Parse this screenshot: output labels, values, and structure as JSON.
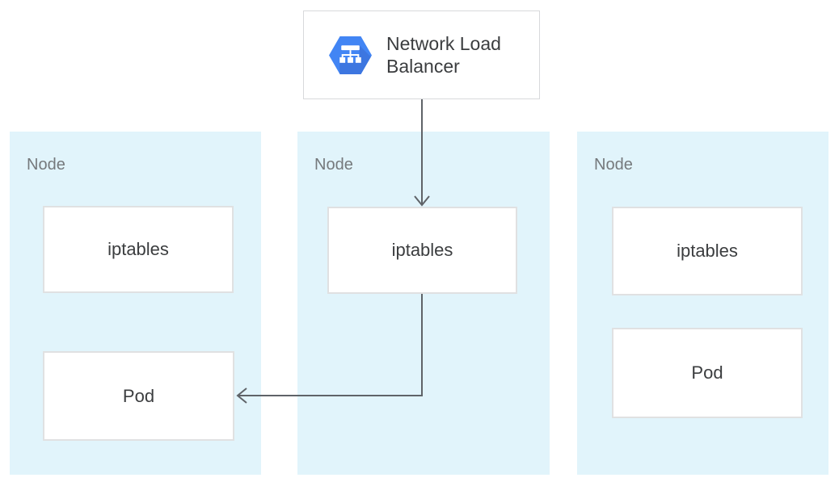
{
  "load_balancer": {
    "label": "Network Load Balancer"
  },
  "nodes": [
    {
      "label": "Node",
      "boxes": [
        "iptables",
        "Pod"
      ]
    },
    {
      "label": "Node",
      "boxes": [
        "iptables"
      ]
    },
    {
      "label": "Node",
      "boxes": [
        "iptables",
        "Pod"
      ]
    }
  ],
  "edges": [
    {
      "from": "Network Load Balancer",
      "to": "Node 2 iptables"
    },
    {
      "from": "Node 2 iptables",
      "to": "Node 1 Pod"
    }
  ],
  "icons": {
    "load_balancer": "gcp-network-load-balancer-hexagon"
  },
  "colors": {
    "node_fill": "#e1f4fb",
    "box_fill": "#ffffff",
    "box_border": "#e0e1e2",
    "card_border": "#d8d9db",
    "arrow": "#5f6368",
    "node_label_text": "#75797c",
    "box_label_text": "#3b3d3f",
    "icon_blue": "#4285f4",
    "icon_shadow_blue": "#3d76e0",
    "icon_glyph": "#ffffff"
  }
}
